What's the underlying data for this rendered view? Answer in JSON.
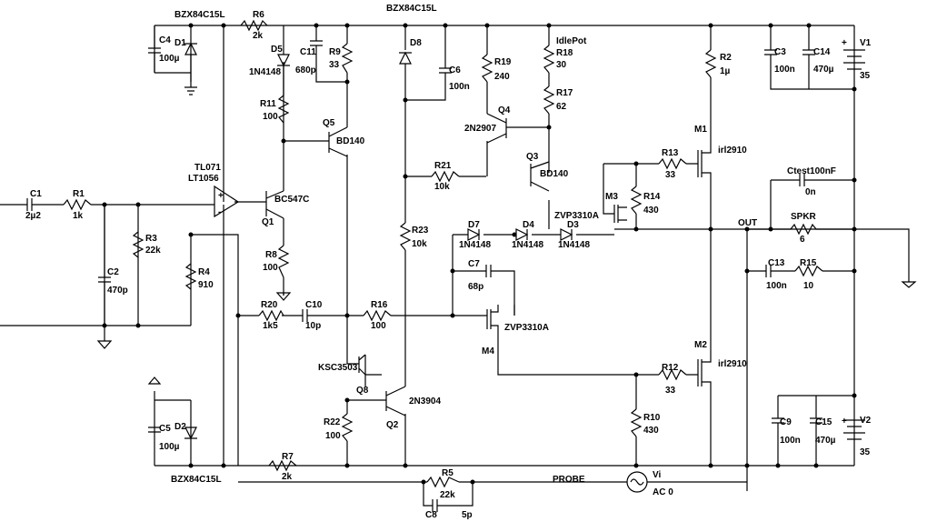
{
  "components": {
    "D1": {
      "ref": "D1",
      "part": "BZX84C15L"
    },
    "D2": {
      "ref": "D2",
      "part": "BZX84C15L"
    },
    "D8": {
      "ref": "D8",
      "part": "BZX84C15L"
    },
    "D5": {
      "ref": "D5",
      "part": "1N4148"
    },
    "D7": {
      "ref": "D7",
      "part": "1N4148"
    },
    "D4": {
      "ref": "D4",
      "part": "1N4148"
    },
    "D3": {
      "ref": "D3",
      "part": "1N4148"
    },
    "R1": {
      "ref": "R1",
      "value": "1k"
    },
    "R2": {
      "ref": "R2",
      "value": "1µ"
    },
    "R3": {
      "ref": "R3",
      "value": "22k"
    },
    "R4": {
      "ref": "R4",
      "value": "910"
    },
    "R5": {
      "ref": "R5",
      "value": "22k"
    },
    "R6": {
      "ref": "R6",
      "value": "2k"
    },
    "R7": {
      "ref": "R7",
      "value": "2k"
    },
    "R8": {
      "ref": "R8",
      "value": "100"
    },
    "R9": {
      "ref": "R9",
      "value": "33"
    },
    "R10": {
      "ref": "R10",
      "value": "430"
    },
    "R11": {
      "ref": "R11",
      "value": "100"
    },
    "R12": {
      "ref": "R12",
      "value": "33"
    },
    "R13": {
      "ref": "R13",
      "value": "33"
    },
    "R14": {
      "ref": "R14",
      "value": "430"
    },
    "R15": {
      "ref": "R15",
      "value": "10"
    },
    "R16": {
      "ref": "R16",
      "value": "100"
    },
    "R17": {
      "ref": "R17",
      "value": "62"
    },
    "R18": {
      "ref": "R18",
      "value": "30",
      "note": "IdlePot"
    },
    "R19": {
      "ref": "R19",
      "value": "240"
    },
    "R20": {
      "ref": "R20",
      "value": "1k5"
    },
    "R21": {
      "ref": "R21",
      "value": "10k"
    },
    "R22": {
      "ref": "R22",
      "value": "100"
    },
    "R23": {
      "ref": "R23",
      "value": "10k"
    },
    "SPKR": {
      "ref": "SPKR",
      "value": "6"
    },
    "C1": {
      "ref": "C1",
      "value": "2µ2"
    },
    "C2": {
      "ref": "C2",
      "value": "470p"
    },
    "C3": {
      "ref": "C3",
      "value": "100n"
    },
    "C4": {
      "ref": "C4",
      "value": "100µ"
    },
    "C5": {
      "ref": "C5",
      "value": "100µ"
    },
    "C6": {
      "ref": "C6",
      "value": "100n"
    },
    "C7": {
      "ref": "C7",
      "value": "68p"
    },
    "C8": {
      "ref": "C8",
      "value": "5p"
    },
    "C9": {
      "ref": "C9",
      "value": "100n"
    },
    "C10": {
      "ref": "C10",
      "value": "10p"
    },
    "C11": {
      "ref": "C11",
      "value": "680p"
    },
    "C13": {
      "ref": "C13",
      "value": "100n"
    },
    "C14": {
      "ref": "C14",
      "value": "470µ"
    },
    "C15": {
      "ref": "C15",
      "value": "470µ"
    },
    "Ctest": {
      "ref": "Ctest100nF",
      "value": "0n"
    },
    "Q1": {
      "ref": "Q1",
      "part": "BC547C"
    },
    "Q2": {
      "ref": "Q2",
      "part": "2N3904"
    },
    "Q3": {
      "ref": "Q3",
      "part": "BD140"
    },
    "Q4": {
      "ref": "Q4",
      "part": "2N2907"
    },
    "Q5": {
      "ref": "Q5",
      "part": "BD140"
    },
    "Q8": {
      "ref": "Q8",
      "part": "KSC3503"
    },
    "M1": {
      "ref": "M1",
      "part": "irl2910"
    },
    "M2": {
      "ref": "M2",
      "part": "irl2910"
    },
    "M3": {
      "ref": "M3",
      "part": "ZVP3310A"
    },
    "M4": {
      "ref": "M4",
      "part": "ZVP3310A"
    },
    "U1": {
      "part1": "TL071",
      "part2": "LT1056"
    },
    "V1": {
      "ref": "V1",
      "value": "35"
    },
    "V2": {
      "ref": "V2",
      "value": "35"
    },
    "Vi": {
      "ref": "Vi",
      "value": "AC 0"
    }
  },
  "nets": {
    "out": "OUT",
    "probe": "PROBE"
  }
}
